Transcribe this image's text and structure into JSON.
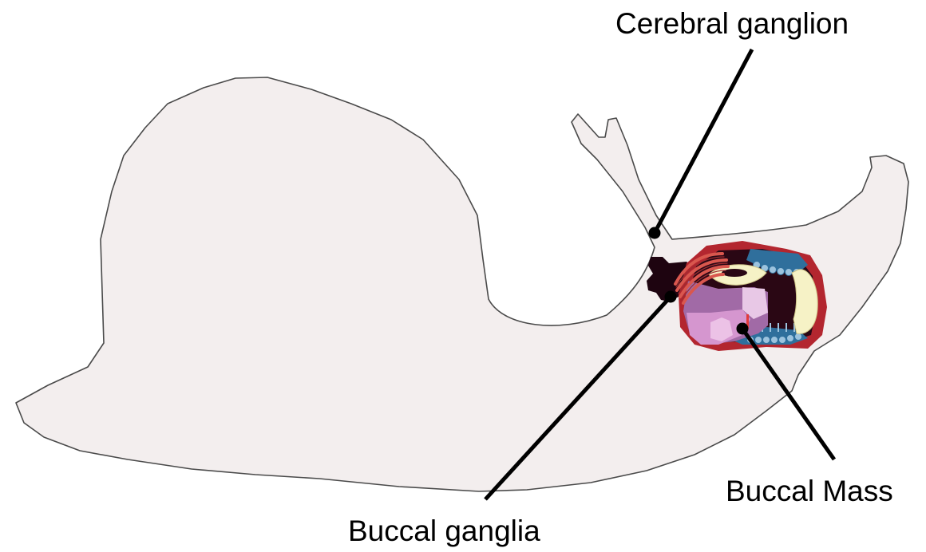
{
  "labels": {
    "cerebral": "Cerebral ganglion",
    "buccal_mass": "Buccal Mass",
    "buccal_ganglia": "Buccal ganglia"
  },
  "colors": {
    "body_fill": "#f3eeee",
    "body_outline": "#4a4a4a",
    "ganglion": "#1e0410",
    "muscle_red": "#d9574e",
    "outer_red": "#b3262f",
    "blue": "#2f6f9c",
    "light_blue": "#9cc3de",
    "cream": "#f6f2c6",
    "purple": "#a16aa6",
    "pink": "#d596cf",
    "light_pink": "#ecc2e6"
  }
}
